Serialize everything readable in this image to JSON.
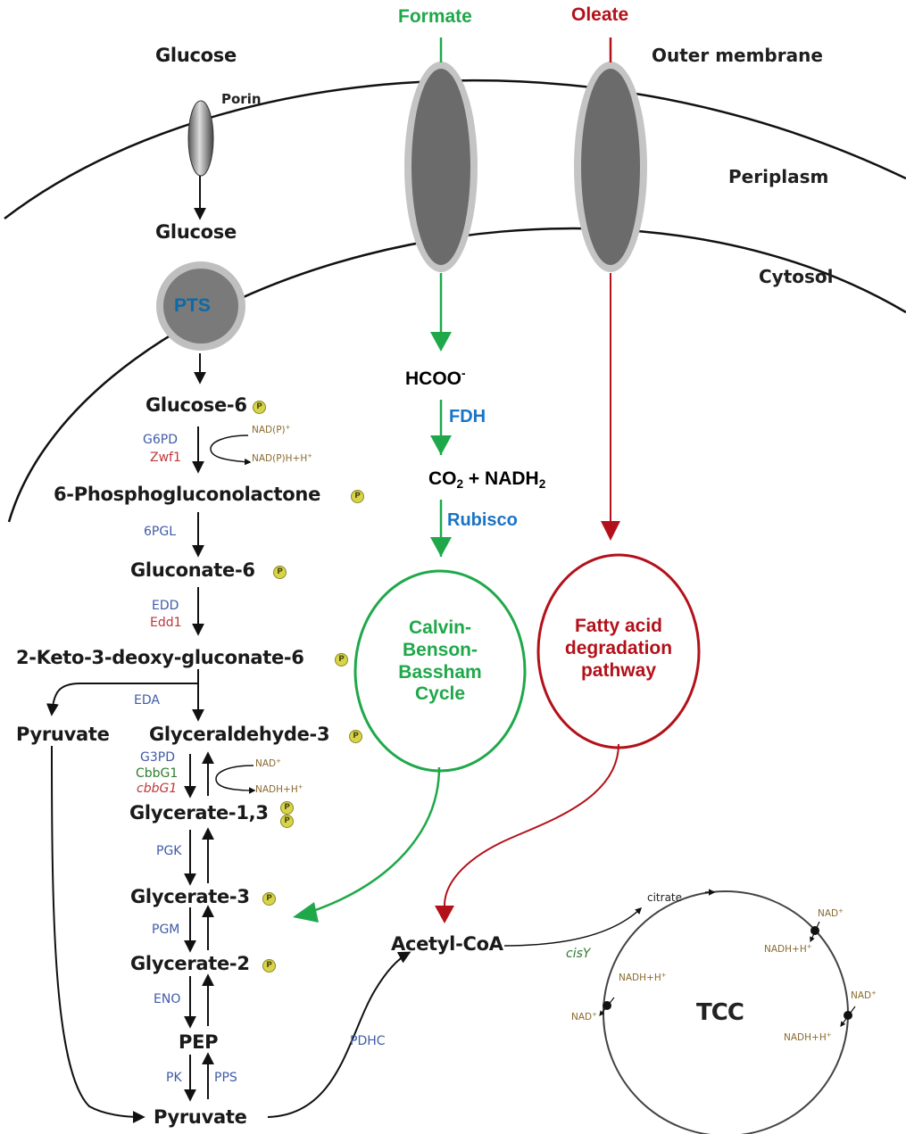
{
  "compartments": {
    "outer_membrane": "Outer membrane",
    "periplasm": "Periplasm",
    "cytosol": "Cytosol"
  },
  "transporters": {
    "porin": "Porin",
    "pts": "PTS"
  },
  "substrates": {
    "formate": "Formate",
    "oleate": "Oleate"
  },
  "metabolites": {
    "glucose_out": "Glucose",
    "glucose_in": "Glucose",
    "glucose6p": "Glucose-6",
    "phosphogluconolactone": "6-Phosphogluconolactone",
    "gluconate6p": "Gluconate-6",
    "kdpg": "2-Keto-3-deoxy-gluconate-6",
    "pyruvate_left": "Pyruvate",
    "g3p": "Glyceraldehyde-3",
    "bpg": "Glycerate-1,3",
    "glycerate3": "Glycerate-3",
    "glycerate2": "Glycerate-2",
    "pep": "PEP",
    "pyruvate_bottom": "Pyruvate",
    "acetyl_coa": "Acetyl-CoA",
    "citrate": "citrate"
  },
  "phosphate_badge": "P",
  "enzymes": {
    "g6pd": "G6PD",
    "zwf1": "Zwf1",
    "pgl": "6PGL",
    "edd": "EDD",
    "edd1": "Edd1",
    "eda": "EDA",
    "g3pd": "G3PD",
    "cbbg1_protein": "CbbG1",
    "cbbg1_gene": "cbbG1",
    "pgk": "PGK",
    "pgm": "PGM",
    "eno": "ENO",
    "pk": "PK",
    "pps": "PPS",
    "pdhc": "PDHC",
    "cisy": "cisY"
  },
  "cofactors": {
    "nadp": "NAD(P)",
    "nadph": "NAD(P)H+H",
    "nad": "NAD",
    "nadh": "NADH+H",
    "plus": "+"
  },
  "formate_path": {
    "hcoo": "HCOO",
    "hcoo_charge": "-",
    "fdh": "FDH",
    "co2_a": "CO",
    "co2_b": "2",
    "co2_c": " + NADH",
    "co2_d": "2",
    "rubisco": "Rubisco"
  },
  "cycles": {
    "calvin_l1": "Calvin-",
    "calvin_l2": "Benson-",
    "calvin_l3": "Bassham",
    "calvin_l4": "Cycle",
    "fatty_l1": "Fatty acid",
    "fatty_l2": "degradation",
    "fatty_l3": "pathway",
    "tcc": "TCC"
  },
  "colors": {
    "formate_green": "#1fa84a",
    "oleate_red": "#b3111a",
    "enzyme_blue": "#3f5ba8",
    "highlight_blue": "#1a73c4",
    "gene_red": "#c0363a",
    "cofactor_brown": "#8a6a2e"
  }
}
